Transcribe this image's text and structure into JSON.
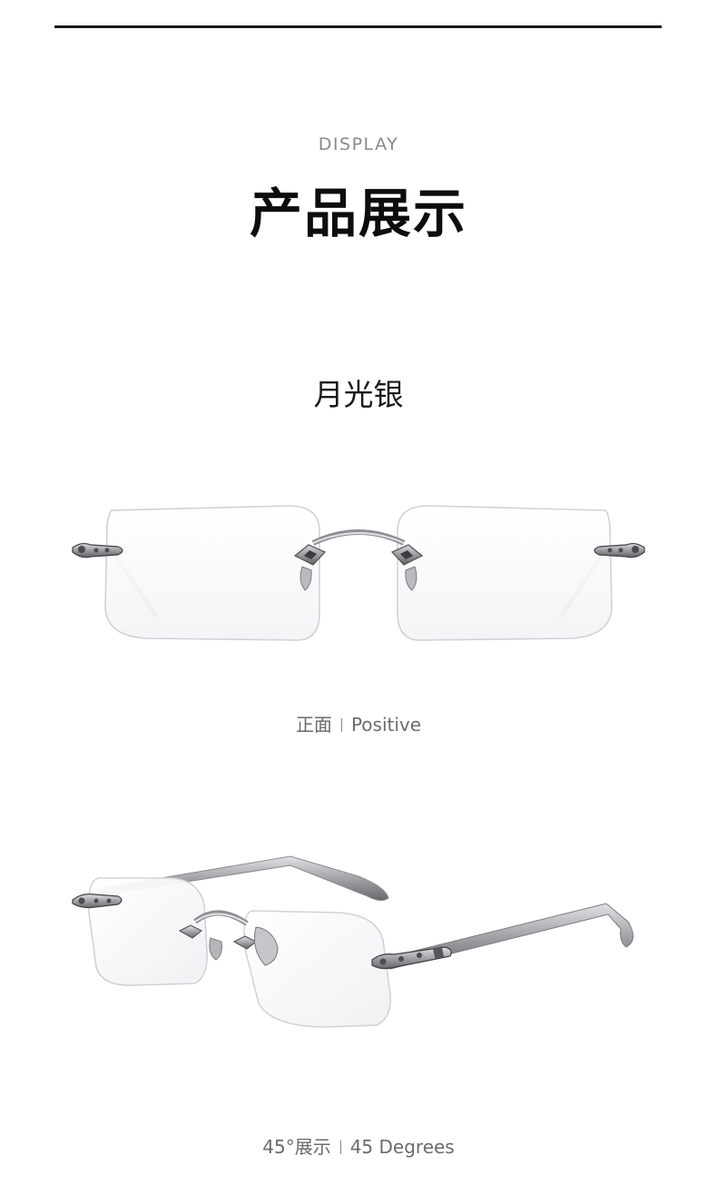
{
  "header": {
    "section_en": "DISPLAY",
    "section_cn": "产品展示"
  },
  "product": {
    "color_name": "月光银"
  },
  "views": [
    {
      "caption_cn": "正面",
      "caption_en": "Positive"
    },
    {
      "caption_cn": "45°展示",
      "caption_en": "45 Degrees"
    }
  ],
  "colors": {
    "rule": "#1a1a1a",
    "title": "#0d0d0d",
    "subtitle": "#8a8a8a",
    "caption": "#6b6b6b",
    "metal": "#9a9ca0",
    "lens_edge": "#cfd2d6"
  }
}
